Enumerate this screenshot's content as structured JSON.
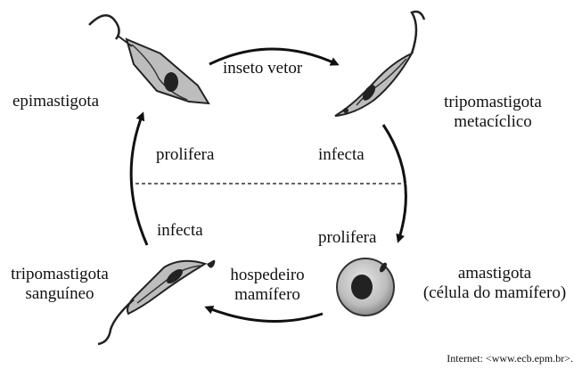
{
  "stages": {
    "epimastigota": "epimastigota",
    "tripomastigota_metaciclico": [
      "tripomastigota",
      "metacíclico"
    ],
    "amastigota": [
      "amastigota",
      "(célula do mamífero)"
    ],
    "tripomastigota_sanguineo": [
      "tripomastigota",
      "sanguíneo"
    ]
  },
  "transitions": {
    "top": "inseto vetor",
    "bottom": [
      "hospedeiro",
      "mamífero"
    ],
    "left_upper": "prolifera",
    "right_upper": "infecta",
    "left_lower": "infecta",
    "right_lower": "prolifera"
  },
  "credit": "Internet: <www.ecb.epm.br>."
}
